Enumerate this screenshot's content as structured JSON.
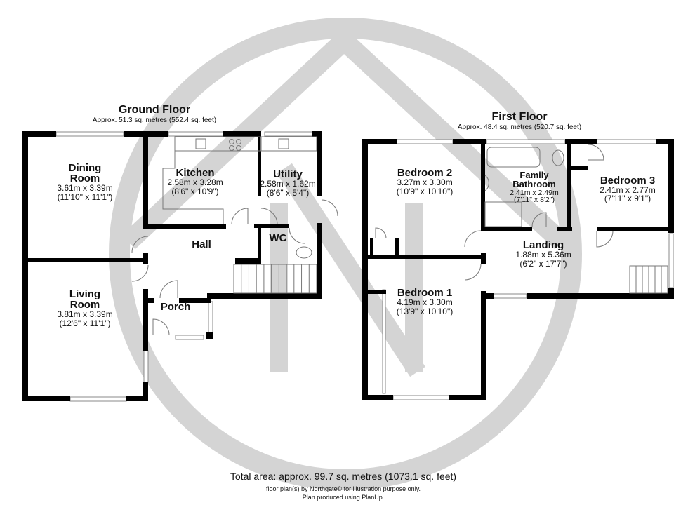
{
  "ground_floor": {
    "title": "Ground Floor",
    "area": "Approx. 51.3 sq. metres (552.4 sq. feet)",
    "rooms": [
      {
        "name_lines": [
          "Dining",
          "Room"
        ],
        "metric": "3.61m x 3.39m",
        "imperial": "(11'10\" x 11'1\")"
      },
      {
        "name_lines": [
          "Kitchen"
        ],
        "metric": "2.58m x 3.28m",
        "imperial": "(8'6\" x 10'9\")"
      },
      {
        "name_lines": [
          "Utility"
        ],
        "metric": "2.58m x 1.62m",
        "imperial": "(8'6\" x 5'4\")"
      },
      {
        "name_lines": [
          "Hall"
        ]
      },
      {
        "name_lines": [
          "WC"
        ]
      },
      {
        "name_lines": [
          "Living",
          "Room"
        ],
        "metric": "3.81m x 3.39m",
        "imperial": "(12'6\" x 11'1\")"
      },
      {
        "name_lines": [
          "Porch"
        ]
      }
    ]
  },
  "first_floor": {
    "title": "First Floor",
    "area": "Approx. 48.4 sq. metres (520.7 sq. feet)",
    "rooms": [
      {
        "name_lines": [
          "Bedroom 2"
        ],
        "metric": "3.27m x 3.30m",
        "imperial": "(10'9\" x 10'10\")"
      },
      {
        "name_lines": [
          "Family",
          "Bathroom"
        ],
        "metric": "2.41m x 2.49m",
        "imperial": "(7'11\" x 8'2\")"
      },
      {
        "name_lines": [
          "Bedroom 3"
        ],
        "metric": "2.41m x 2.77m",
        "imperial": "(7'11\" x 9'1\")"
      },
      {
        "name_lines": [
          "Landing"
        ],
        "metric": "1.88m x 5.36m",
        "imperial": "(6'2\" x 17'7\")"
      },
      {
        "name_lines": [
          "Bedroom 1"
        ],
        "metric": "4.19m x 3.30m",
        "imperial": "(13'9\" x 10'10\")"
      }
    ]
  },
  "footer": {
    "total_area": "Total area: approx. 99.7 sq. metres (1073.1 sq. feet)",
    "disclaimer": "floor plan(s) by Northgate© for illustration purpose only.",
    "credit": "Plan produced using PlanUp."
  },
  "colors": {
    "wall": "#000000",
    "watermark": "#d4d4d4"
  }
}
